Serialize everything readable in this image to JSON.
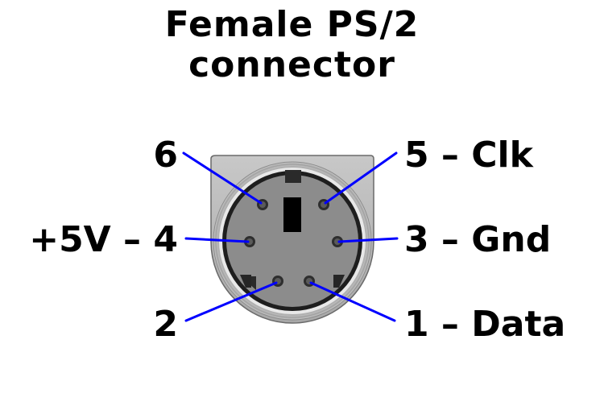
{
  "title": {
    "line1": "Female PS/2",
    "line2": "connector"
  },
  "pins": [
    {
      "number": "1",
      "signal": "Data",
      "label": "1 – Data",
      "side": "right"
    },
    {
      "number": "2",
      "signal": "",
      "label": "2",
      "side": "left"
    },
    {
      "number": "3",
      "signal": "Gnd",
      "label": "3 – Gnd",
      "side": "right"
    },
    {
      "number": "4",
      "signal": "+5V",
      "label": "+5V – 4",
      "side": "left"
    },
    {
      "number": "5",
      "signal": "Clk",
      "label": "5 – Clk",
      "side": "right"
    },
    {
      "number": "6",
      "signal": "",
      "label": "6",
      "side": "left"
    }
  ],
  "colors": {
    "leader_line": "#0000ff",
    "housing": "#b4b4b4",
    "face": "#8a8a8a",
    "inner_ring": "#222222",
    "key": "#000000",
    "text": "#000000",
    "background": "#ffffff"
  }
}
